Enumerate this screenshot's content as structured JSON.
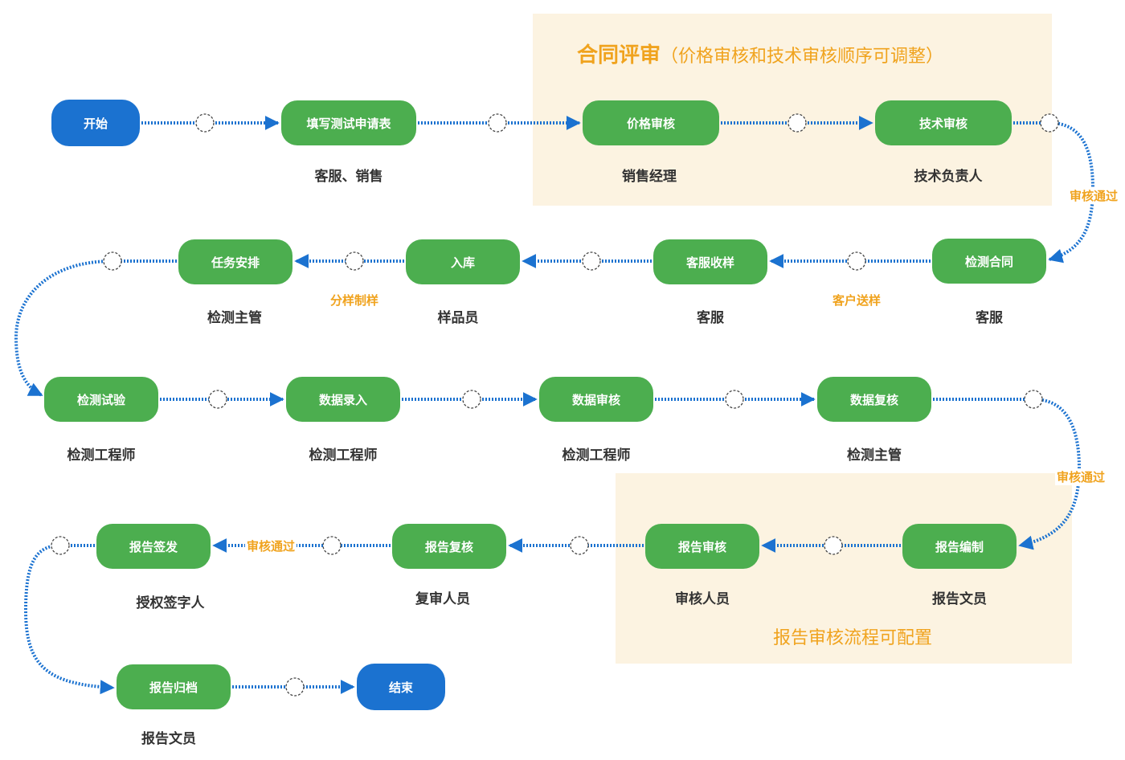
{
  "contract_review": {
    "title": "合同评审",
    "subtitle": "（价格审核和技术审核顺序可调整）"
  },
  "report_review_note": "报告审核流程可配置",
  "nodes": {
    "start": "开始",
    "fill_form": "填写测试申请表",
    "price_review": "价格审核",
    "tech_review": "技术审核",
    "test_contract": "检测合同",
    "cs_receive": "客服收样",
    "storage": "入库",
    "task_assign": "任务安排",
    "test_experiment": "检测试验",
    "data_entry": "数据录入",
    "data_review": "数据审核",
    "data_recheck": "数据复核",
    "report_compile": "报告编制",
    "report_review": "报告审核",
    "report_recheck": "报告复核",
    "report_issue": "报告签发",
    "report_archive": "报告归档",
    "end": "结束"
  },
  "roles": {
    "fill_form": "客服、销售",
    "price_review": "销售经理",
    "tech_review": "技术负责人",
    "test_contract": "客服",
    "cs_receive": "客服",
    "storage": "样品员",
    "task_assign": "检测主管",
    "test_experiment": "检测工程师",
    "data_entry": "检测工程师",
    "data_review": "检测工程师",
    "data_recheck": "检测主管",
    "report_compile": "报告文员",
    "report_review": "审核人员",
    "report_recheck": "复审人员",
    "report_issue": "授权签字人",
    "report_archive": "报告文员"
  },
  "notes": {
    "review_passed_1": "审核通过",
    "customer_delivery": "客户送样",
    "split_sample": "分样制样",
    "review_passed_2": "审核通过",
    "review_passed_3": "审核通过"
  },
  "colors": {
    "step": "#4cae4f",
    "terminal": "#1b72d0",
    "link": "#1b72d0",
    "region_fill": "#fcf3e1",
    "accent": "#f0a31e"
  }
}
